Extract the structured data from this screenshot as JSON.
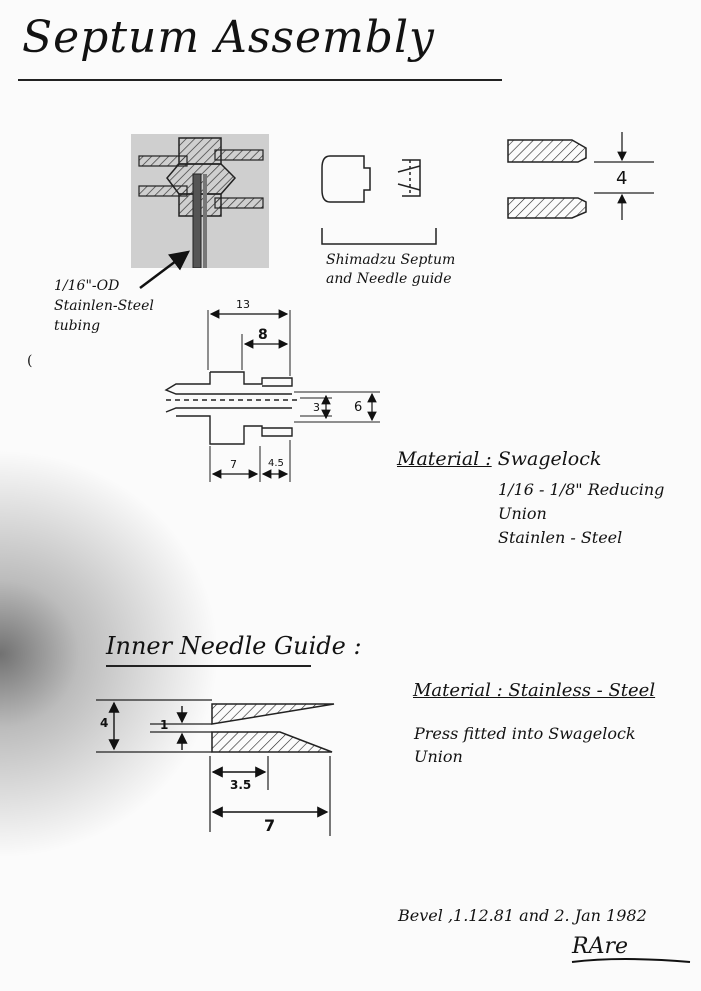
{
  "title": "Septum Assembly",
  "photo_label": [
    "1/16\"-OD",
    "Stainlen-Steel",
    "tubing"
  ],
  "shimadzu_label": [
    "Shimadzu Septum",
    "and Needle guide"
  ],
  "dim_labels": {
    "d13": "13",
    "d8": "8",
    "d3": "3",
    "d6": "6",
    "d7": "7",
    "d45": "4.5",
    "d4": "4",
    "d35": "3.5",
    "d7b": "7",
    "d4v": "4",
    "d1": "1"
  },
  "material1": {
    "heading": "Material :",
    "name": "Swagelock",
    "lines": [
      "1/16 - 1/8\" Reducing",
      "Union",
      "Stainlen - Steel"
    ]
  },
  "inner_title": "Inner Needle Guide :",
  "material2": {
    "heading": "Material : Stainless - Steel",
    "lines": [
      "Press fitted into Swagelock",
      "Union"
    ]
  },
  "signature": {
    "line": "Bevel ,1.12.81 and 2. Jan 1982",
    "initials": "RAre"
  },
  "stray_mark": "("
}
